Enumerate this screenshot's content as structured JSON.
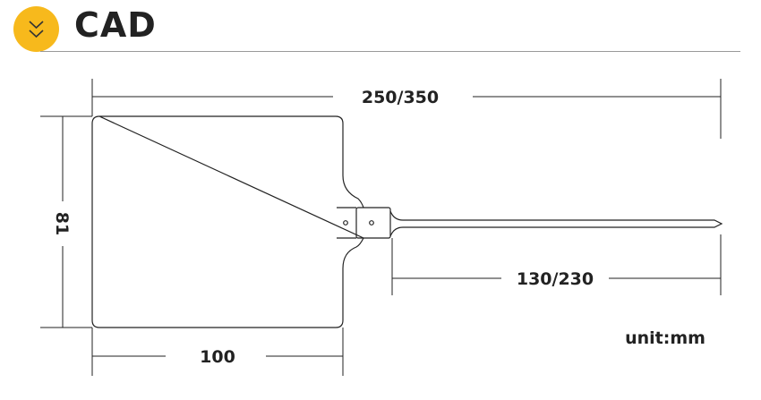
{
  "header": {
    "title": "CAD",
    "icon": "double-chevron-down-icon",
    "accent": "#f7b91c"
  },
  "dimensions": {
    "total_length": "250/350",
    "height": "81",
    "width": "100",
    "strap_length": "130/230"
  },
  "unit_label": "unit:mm"
}
